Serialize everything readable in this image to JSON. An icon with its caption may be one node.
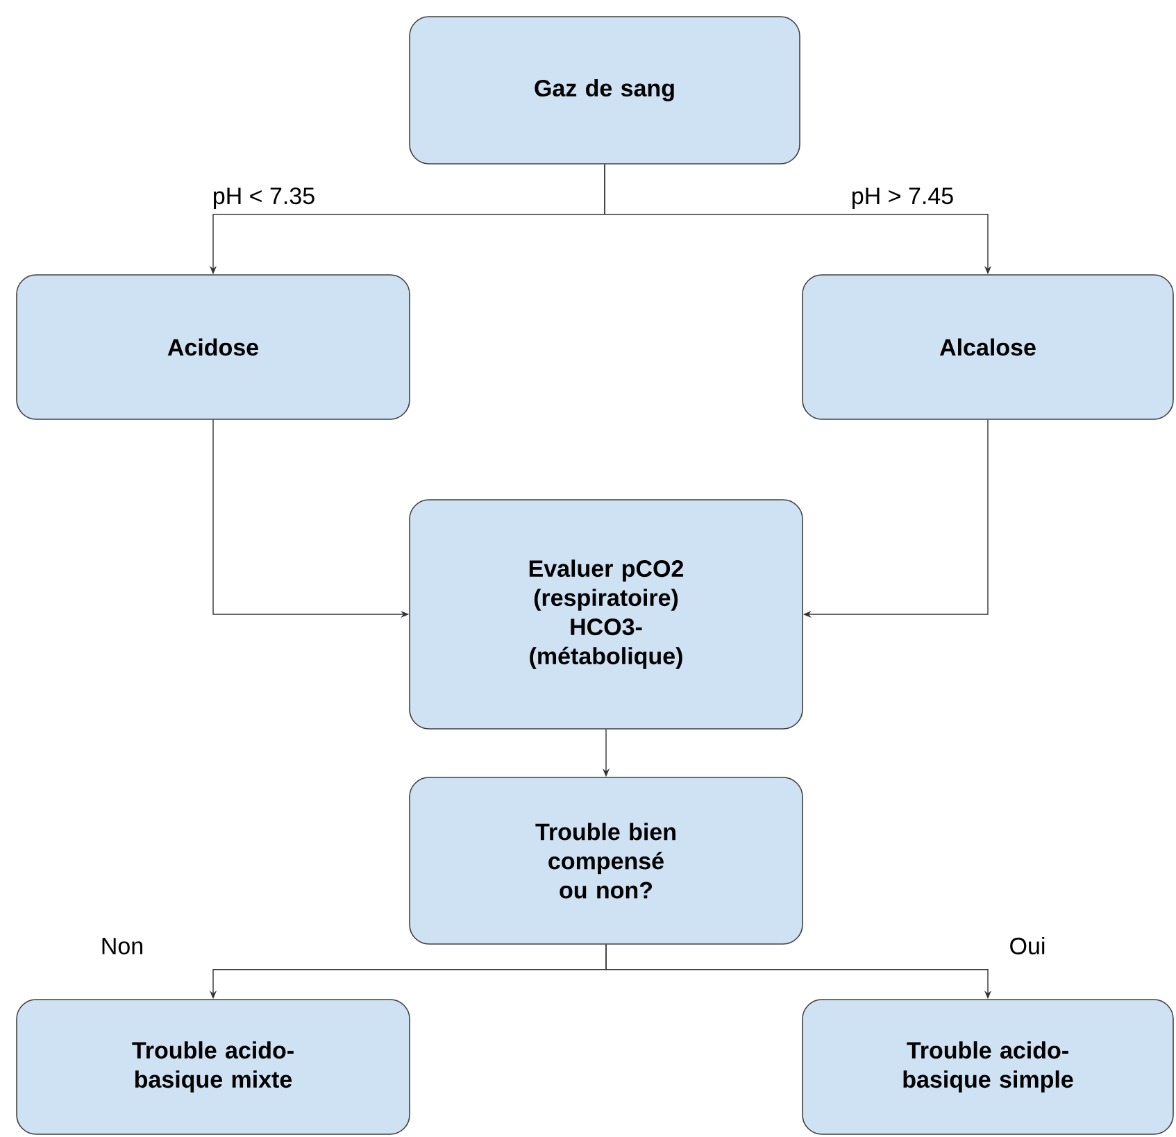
{
  "diagram": {
    "nodes": [
      {
        "text": [
          "Gaz de sang"
        ]
      },
      {
        "text": [
          "Acidose"
        ]
      },
      {
        "text": [
          "Alcalose"
        ]
      },
      {
        "text": [
          "Evaluer pCO2 (respiratoire) HCO3- (métabolique)"
        ]
      },
      {
        "text": [
          "Trouble bien compensé ou non?"
        ]
      },
      {
        "text": [
          "Trouble acido-basique mixte"
        ]
      },
      {
        "text": [
          "Trouble acido-basique simple"
        ]
      }
    ],
    "edges": [
      {
        "from": 0,
        "to": 1,
        "arrow": "to",
        "label": "pH < 7.35"
      },
      {
        "from": 0,
        "to": 2,
        "arrow": "to",
        "label": "pH > 7.45"
      },
      {
        "from": 1,
        "to": 3,
        "arrow": "to"
      },
      {
        "from": 2,
        "to": 3,
        "arrow": "to"
      },
      {
        "from": 3,
        "to": 4,
        "arrow": "to"
      },
      {
        "from": 4,
        "to": 5,
        "arrow": "to",
        "label": "Non"
      },
      {
        "from": 4,
        "to": 6,
        "arrow": "to",
        "label": "Oui"
      }
    ]
  }
}
